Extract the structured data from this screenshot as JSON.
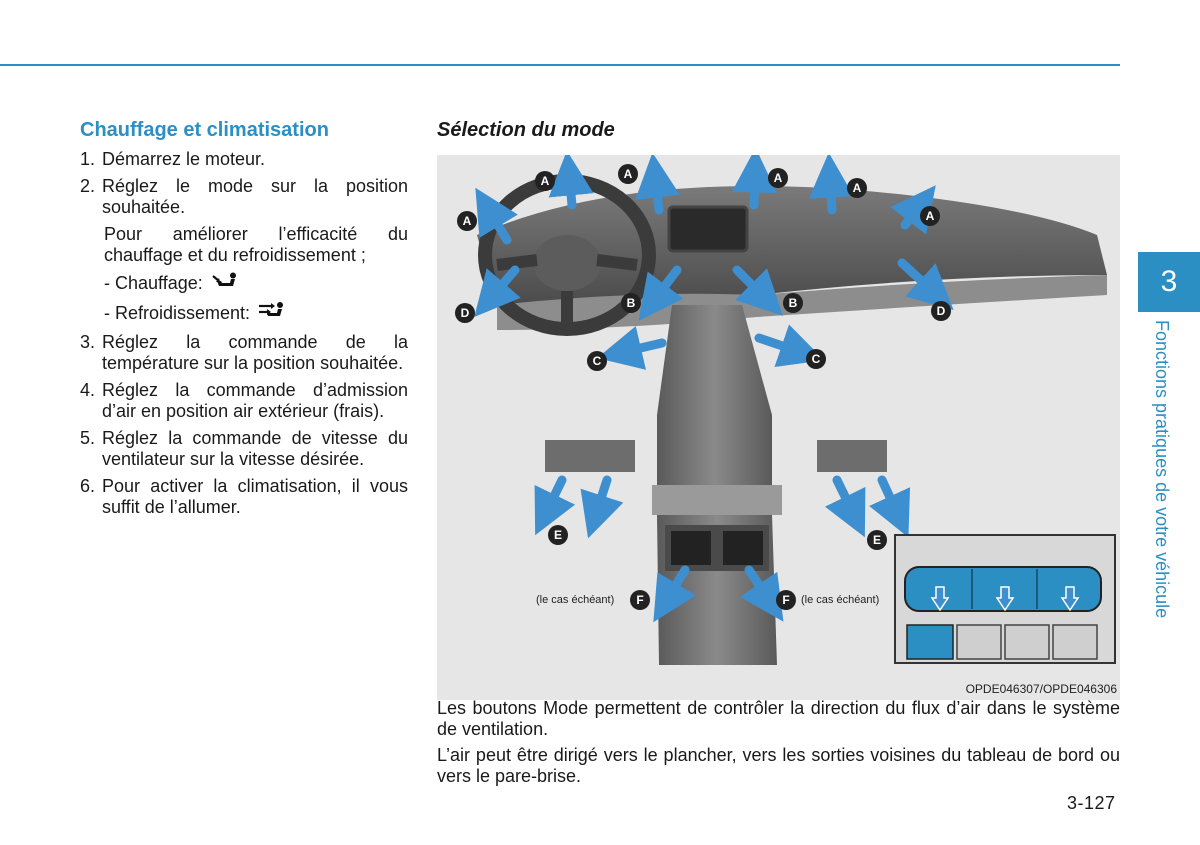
{
  "left": {
    "title": "Chauffage et climatisation",
    "step1_num": "1.",
    "step1": "Démarrez le moteur.",
    "step2_num": "2.",
    "step2": "Réglez le mode sur la position souhaitée.",
    "step2_note": "Pour améliorer l’efficacité du chauffage et du refroidissement ;",
    "heat_label": "- Chauffage:",
    "cool_label": "- Refroidissement:",
    "step3_num": "3.",
    "step3": "Réglez la commande de la température sur la position souhaitée.",
    "step4_num": "4.",
    "step4": "Réglez la commande d’admission d’air en position air extérieur (frais).",
    "step5_num": "5.",
    "step5": "Réglez la commande de vitesse du ventilateur sur la vitesse désirée.",
    "step6_num": "6.",
    "step6": "Pour activer la climatisation, il vous suffit de l’allumer."
  },
  "right": {
    "title": "Sélection du mode",
    "figure": {
      "labels": {
        "a": "A",
        "b": "B",
        "c": "C",
        "d": "D",
        "e": "E",
        "f": "F"
      },
      "note_left": "(le cas échéant)",
      "note_right": "(le cas échéant)",
      "code": "OPDE046307/OPDE046306"
    },
    "para1": "Les boutons Mode permettent de contrôler la direction du flux d’air dans le système de ventilation.",
    "para2": "L’air peut être dirigé vers le plancher, vers les sorties voisines du tableau de bord ou vers le pare-brise."
  },
  "sidebar": {
    "chapter_num": "3",
    "chapter_title": "Fonctions pratiques de votre véhicule"
  },
  "page_number": "3-127",
  "colors": {
    "accent": "#2b8fc3",
    "arrow_blue": "#3e8fd0",
    "figure_bg": "#e6e6e6"
  },
  "icons": {
    "heat_mode": "floor-mode-icon",
    "cool_mode": "face-mode-icon"
  }
}
